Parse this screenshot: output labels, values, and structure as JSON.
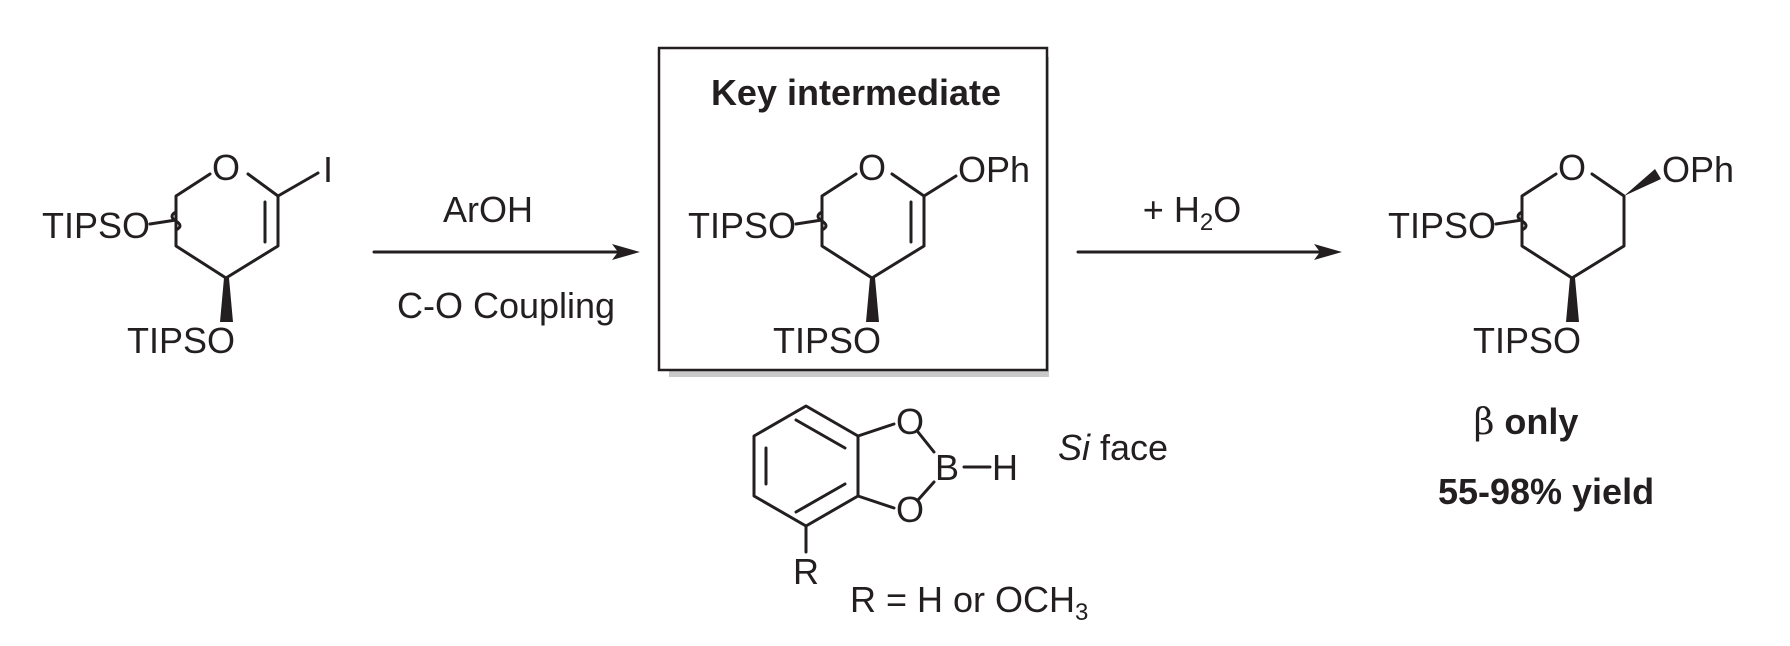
{
  "substrate": {
    "ring_o": "O",
    "iodo": "I",
    "tipso_side": "TIPSO",
    "tipso_bottom": "TIPSO"
  },
  "step1": {
    "reagent": "ArOH",
    "condition": "C-O Coupling"
  },
  "intermediate": {
    "title": "Key intermediate",
    "ring_o": "O",
    "ophenyl": "OPh",
    "tipso_side": "TIPSO",
    "tipso_bottom": "TIPSO"
  },
  "step2": {
    "reagent_prefix": "+ H",
    "reagent_sub": "2",
    "reagent_suffix": "O"
  },
  "product": {
    "ring_o": "O",
    "ophenyl": "OPh",
    "tipso_side": "TIPSO",
    "tipso_bottom": "TIPSO",
    "selectivity_greek": "β",
    "selectivity_word": "only",
    "yield": "55-98% yield"
  },
  "catalyst": {
    "o_top": "O",
    "o_bottom": "O",
    "boron": "B",
    "hydride": "H",
    "r_group": "R",
    "face_italic": "Si",
    "face_word": "face",
    "r_def_prefix": "R = H or OCH",
    "r_def_sub": "3"
  }
}
